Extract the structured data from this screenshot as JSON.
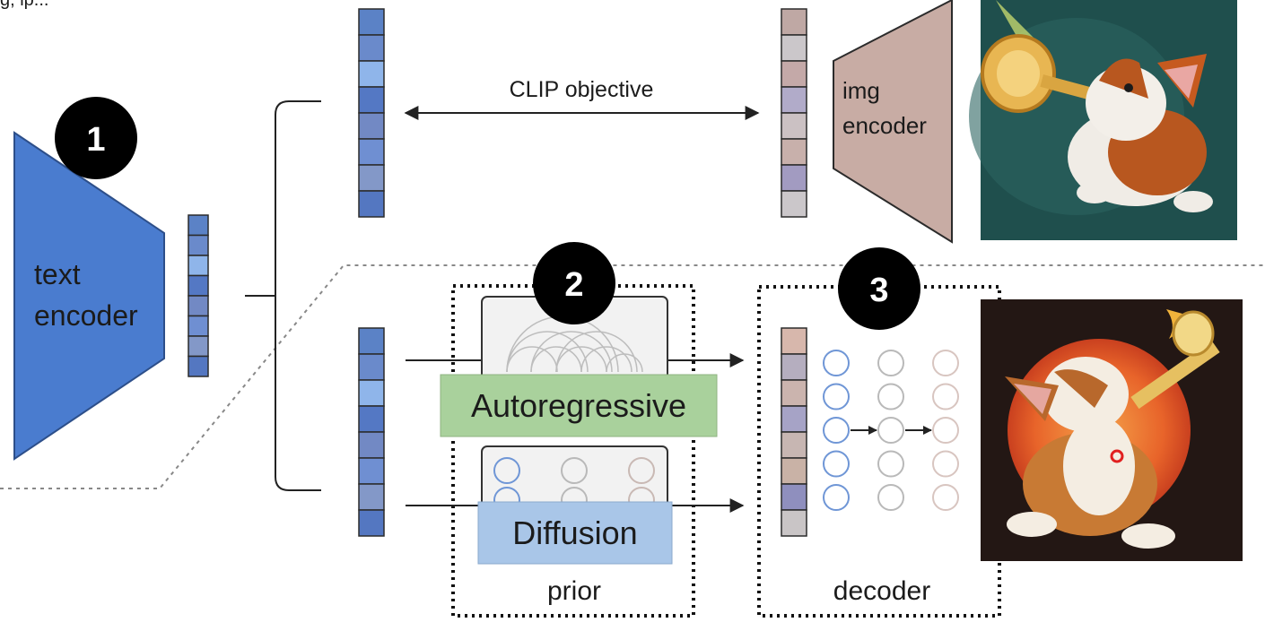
{
  "header_fragment": "g, ip...",
  "clip_objective_label": "CLIP objective",
  "text_encoder": {
    "line1": "text",
    "line2": "encoder"
  },
  "img_encoder": {
    "line1": "img",
    "line2": "encoder"
  },
  "steps": [
    "1",
    "2",
    "3"
  ],
  "prior": {
    "autoregressive_label": "Autoregressive",
    "diffusion_label": "Diffusion",
    "caption": "prior"
  },
  "decoder": {
    "caption": "decoder"
  },
  "images": {
    "top": "corgi-playing-trumpet-teal-background",
    "bottom": "corgi-playing-trumpet-orange-sun-background"
  },
  "colors": {
    "text_encoder": "#4a7ccf",
    "img_encoder": "#c8aca4",
    "autoregressive_bg": "#a9d19c",
    "diffusion_bg": "#a9c6e8",
    "text_embedding": [
      "#5b82c6",
      "#6a8acb",
      "#8fb5ea",
      "#5478c4",
      "#7289c4",
      "#6f8fd2",
      "#8398c8",
      "#5477c1"
    ],
    "image_embedding": [
      "#bfa8a4",
      "#cbc7ca",
      "#c4a9a8",
      "#b1abc9",
      "#cbc1c3",
      "#c8b0ab",
      "#a29bc1",
      "#cbc7ca"
    ],
    "decoder_embedding": [
      "#d7b7ac",
      "#b5aebf",
      "#cbb4ae",
      "#a6a3c6",
      "#c7b6b2",
      "#c9b2a6",
      "#8f8fbe",
      "#c9c5c6"
    ],
    "neuron_col1": "#6f96d6",
    "neuron_col2": "#b9b9b9",
    "neuron_col3": "#d8c5c0"
  }
}
